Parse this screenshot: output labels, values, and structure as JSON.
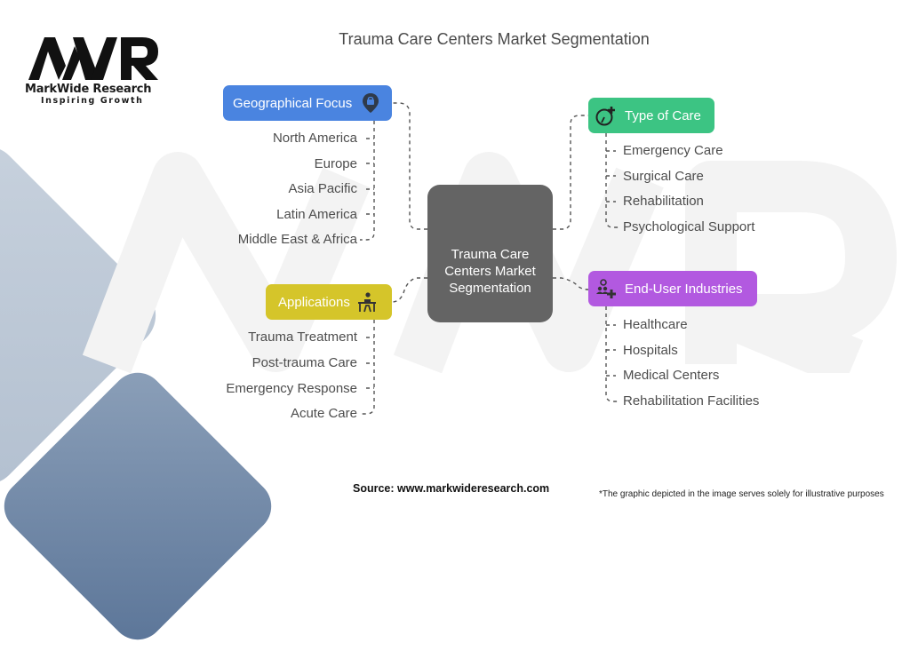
{
  "logo": {
    "mark": "MWR",
    "name": "MarkWide Research",
    "tagline": "Inspiring Growth"
  },
  "title": "Trauma Care Centers Market Segmentation",
  "center": {
    "label": "Trauma Care Centers Market Segmentation"
  },
  "categories": [
    {
      "id": "geographical-focus",
      "label": "Geographical Focus",
      "icon": "location-pin-icon",
      "color": "#4a84e0",
      "items": [
        "North America",
        "Europe",
        "Asia Pacific",
        "Latin America",
        "Middle East & Africa"
      ]
    },
    {
      "id": "applications",
      "label": "Applications",
      "icon": "person-at-desk-icon",
      "color": "#d5c52a",
      "items": [
        "Trauma Treatment",
        "Post-trauma Care",
        "Emergency Response",
        "Acute Care"
      ]
    },
    {
      "id": "type-of-care",
      "label": "Type of Care",
      "icon": "timer-plus-icon",
      "color": "#3cc483",
      "items": [
        "Emergency Care",
        "Surgical Care",
        "Rehabilitation",
        "Psychological Support"
      ]
    },
    {
      "id": "end-user-industries",
      "label": "End-User Industries",
      "icon": "add-users-icon",
      "color": "#b259e0",
      "items": [
        "Healthcare",
        "Hospitals",
        "Medical Centers",
        "Rehabilitation Facilities"
      ]
    }
  ],
  "footer": {
    "source": "Source: www.markwideresearch.com",
    "disclaimer": "*The graphic depicted in the image serves solely for illustrative purposes"
  }
}
